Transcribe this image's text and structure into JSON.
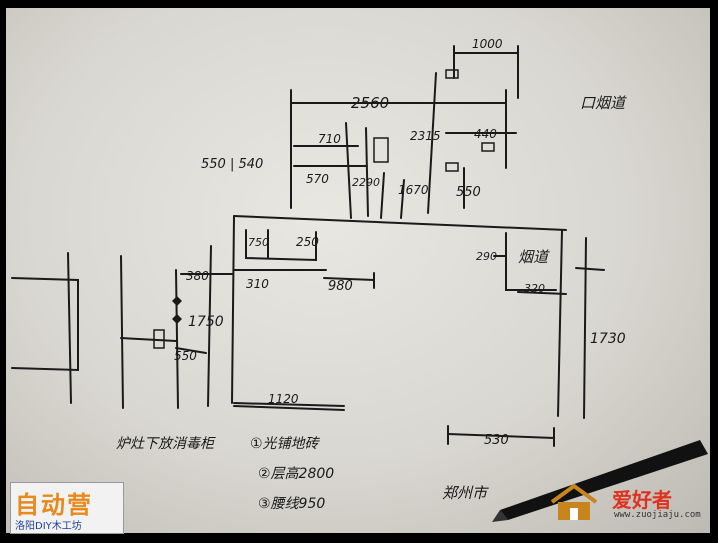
{
  "labels": {
    "d_smoke": "口烟道",
    "smoke": "烟道",
    "top_2560": "2560",
    "top_1000": "1000",
    "d_2315": "2315",
    "d_440": "440",
    "d_550": "550",
    "d_550_540": "550 | 540",
    "d_710": "710",
    "d_570": "570",
    "d_2290": "2290",
    "d_1670": "1670",
    "d_250": "250",
    "d_750": "750",
    "d_310": "310",
    "d_980": "980",
    "d_380": "380",
    "d_1750": "1750",
    "d_550b": "550",
    "d_1120": "1120",
    "d_290": "290",
    "d_320": "320",
    "d_1730": "1730",
    "d_530": "530",
    "note_main": "炉灶下放消毒柜",
    "note_1": "①光铺地砖",
    "note_2": "②层高2800",
    "note_3": "③腰线950",
    "note_city": "郑州市"
  },
  "logo_left": {
    "title": "自动营",
    "subtitle": "洛阳DIY木工坊"
  },
  "logo_right": {
    "name": "爱好者",
    "url": "www.zuojiaju.com"
  },
  "colors": {
    "ink": "#1a1a1a",
    "paper": "#e4e2dd",
    "logo_orange": "#e8891c",
    "logo_red": "#e0301e"
  }
}
